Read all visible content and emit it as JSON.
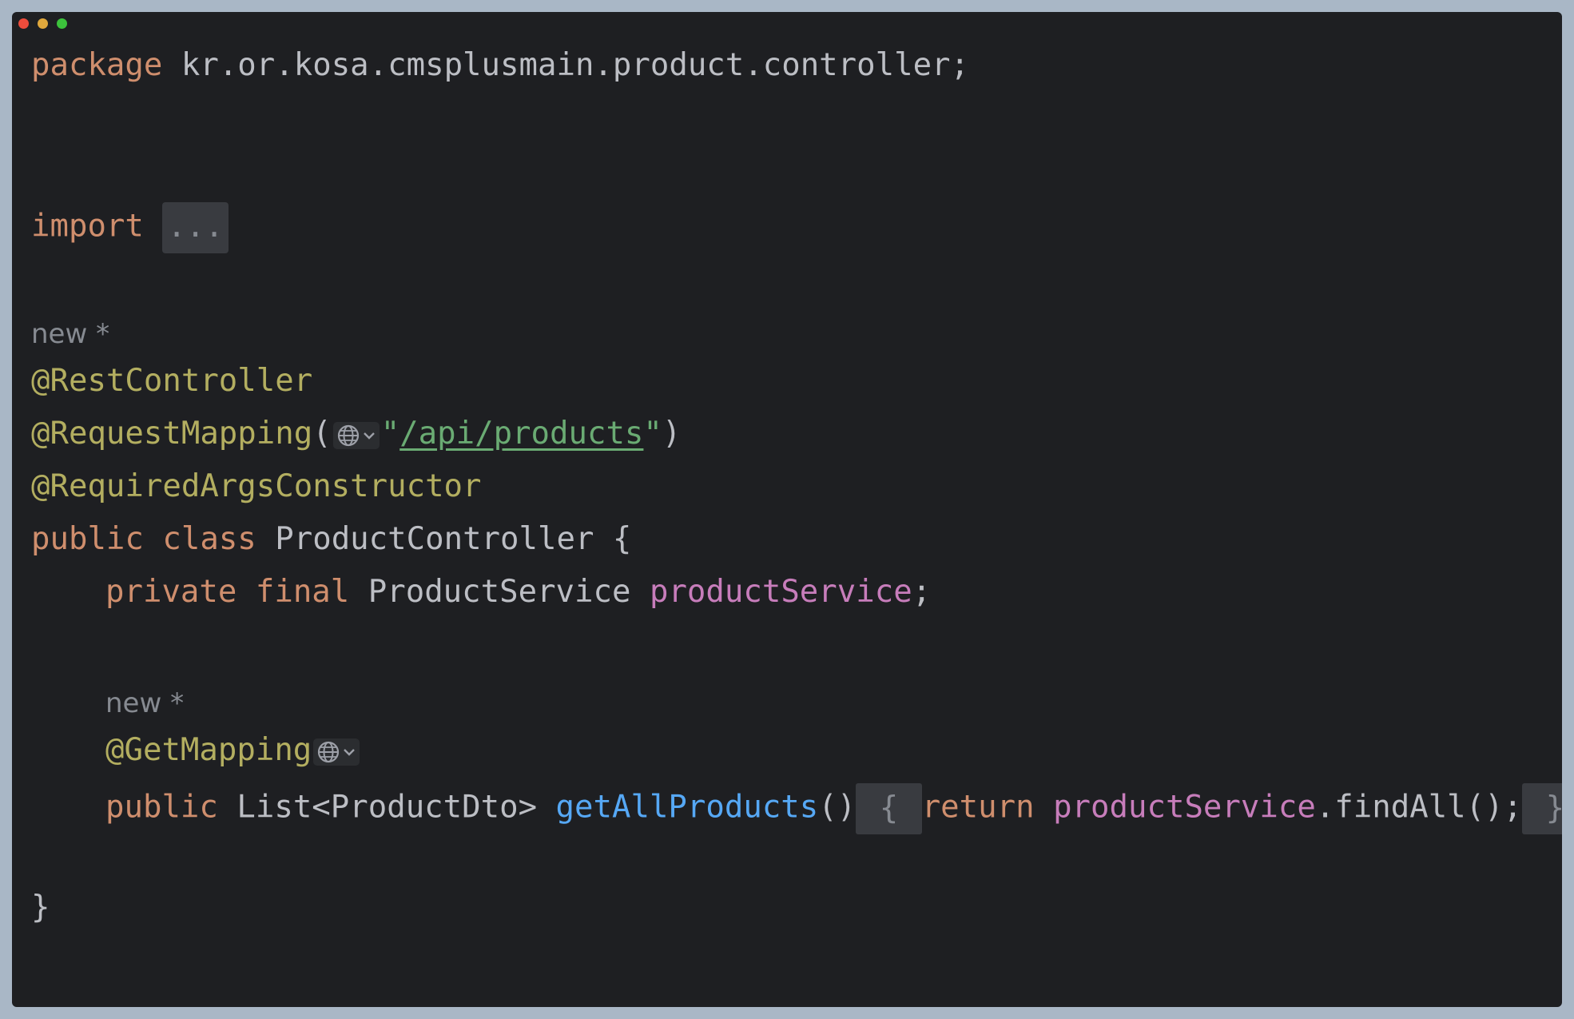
{
  "window": {
    "controls": {
      "close_color": "#ed4c3c",
      "minimize_color": "#e0a83c",
      "zoom_color": "#3cc23c"
    }
  },
  "code": {
    "package_kw": "package",
    "package_name": "kr.or.kosa.cmsplusmain.product.controller;",
    "import_kw": "import",
    "import_fold": "...",
    "hint1": "new *",
    "ann_restcontroller": "@RestController",
    "ann_requestmapping": "@RequestMapping",
    "paren_open": "(",
    "quote_open": "\"",
    "mapping_path": "/api/products",
    "quote_close": "\"",
    "paren_close": ")",
    "ann_requiredargs": "@RequiredArgsConstructor",
    "public_kw": "public",
    "class_kw": "class",
    "class_name": "ProductController",
    "open_brace": "{",
    "private_kw": "private",
    "final_kw": "final",
    "field_type": "ProductService",
    "field_name": "productService",
    "semicolon": ";",
    "hint2": "new *",
    "ann_getmapping": "@GetMapping",
    "method_public_kw": "public",
    "return_type": "List<ProductDto>",
    "method_name": "getAllProducts",
    "method_parens": "()",
    "method_open_brace": "{",
    "return_kw": "return",
    "call_target": "productService",
    "call_rest": ".findAll();",
    "method_close_brace": "}",
    "class_close_brace": "}"
  },
  "icons": {
    "endpoint_icon": "globe-icon",
    "dropdown_icon": "chevron-down-icon"
  },
  "colors": {
    "background": "#1e1f22",
    "keyword": "#cf8e6d",
    "annotation": "#b3ae60",
    "string": "#6aab73",
    "field": "#c77dbb",
    "method": "#56a8f5",
    "text": "#bcbec4"
  }
}
